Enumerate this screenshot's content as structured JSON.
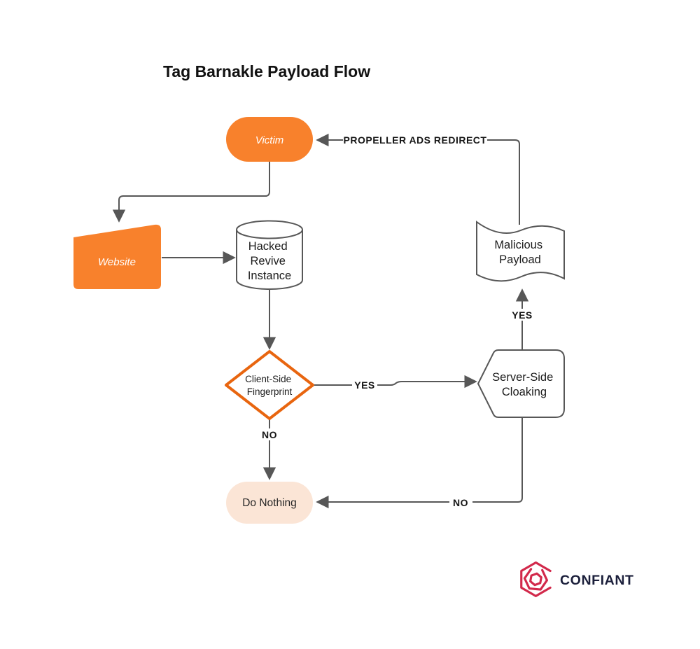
{
  "title": "Tag Barnakle Payload Flow",
  "nodes": {
    "victim": {
      "label": "Victim"
    },
    "website": {
      "label": "Website"
    },
    "hacked_revive_instance": {
      "line1": "Hacked",
      "line2": "Revive",
      "line3": "Instance"
    },
    "malicious_payload": {
      "line1": "Malicious",
      "line2": "Payload"
    },
    "client_side_fingerprint": {
      "line1": "Client-Side",
      "line2": "Fingerprint"
    },
    "server_side_cloaking": {
      "line1": "Server-Side",
      "line2": "Cloaking"
    },
    "do_nothing": {
      "label": "Do Nothing"
    }
  },
  "edge_labels": {
    "propeller_redirect": "PROPELLER ADS REDIRECT",
    "fingerprint_yes": "YES",
    "cloaking_yes": "YES",
    "fingerprint_no": "NO",
    "cloaking_no": "NO"
  },
  "logo": {
    "brand": "CONFIANT"
  },
  "colors": {
    "node_orange": "#F8812C",
    "diamond_border_orange": "#E8650F",
    "do_nothing_peach": "#FBE5D6",
    "connector_gray": "#575757",
    "text_dark": "#1C1C1C",
    "logo_red": "#D2294B",
    "logo_navy": "#1B1F3B"
  }
}
